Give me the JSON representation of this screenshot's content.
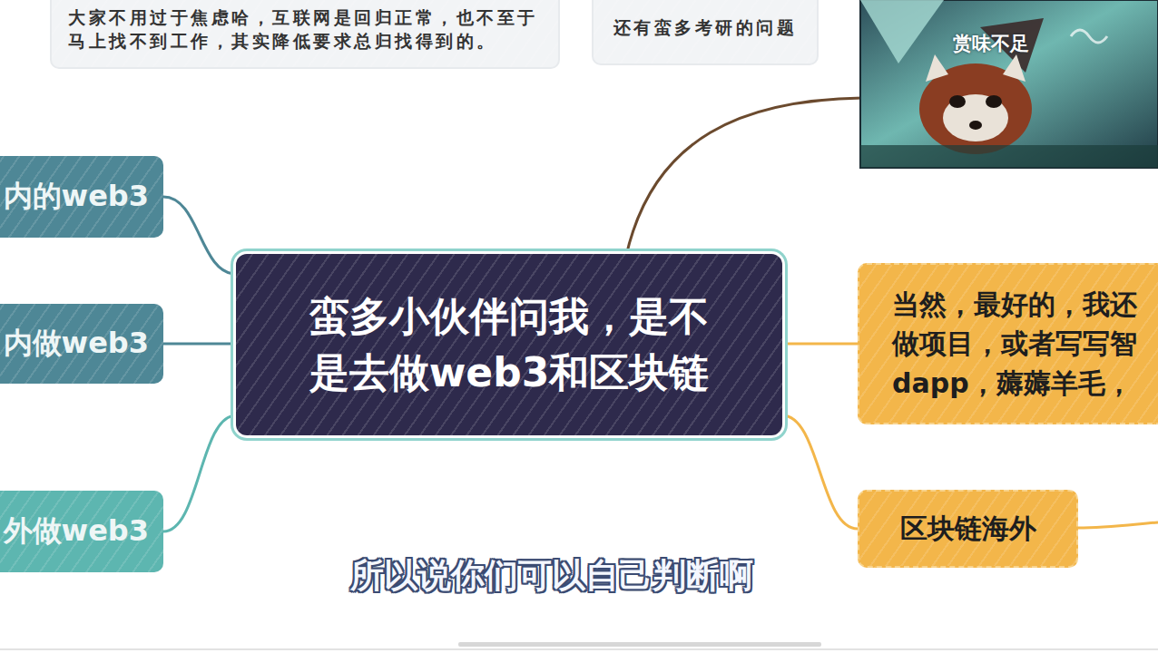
{
  "diagram": {
    "nodes": [
      {
        "text": [
          "大家不用过于焦虑哈，互联网是回归正常，也不至于 马上找不到工作，其实降低要求总归找得到的。"
        ]
      },
      {
        "text": [
          "还有蛮多考研的问题"
        ]
      },
      {
        "text": [
          "内的web3"
        ]
      },
      {
        "text": [
          "内做web3"
        ]
      },
      {
        "text": [
          "外做web3"
        ]
      },
      {
        "text": [
          "蛮多小伙伴问我，是不 是去做web3和区块链"
        ]
      },
      {
        "text": [
          "当然，最好的，我还 做项目，或者写写智 dapp，薅薅羊毛，"
        ]
      },
      {
        "text": [
          "区块链海外"
        ]
      }
    ],
    "edges": [
      {
        "from": 5,
        "to": 2,
        "arrow": "none"
      },
      {
        "from": 5,
        "to": 3,
        "arrow": "none"
      },
      {
        "from": 5,
        "to": 4,
        "arrow": "none"
      },
      {
        "from": 5,
        "to": 6,
        "arrow": "none"
      },
      {
        "from": 5,
        "to": 7,
        "arrow": "none"
      }
    ],
    "labels": [
      "赏味不足",
      "所以说你们可以自己判断啊"
    ]
  }
}
